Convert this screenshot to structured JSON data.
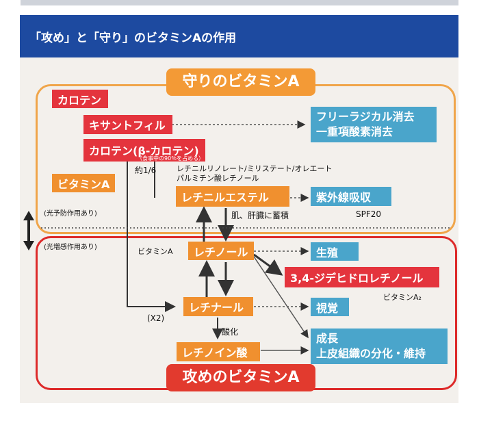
{
  "header": {
    "title": "「攻め」と「守り」のビタミンAの作用"
  },
  "zones": {
    "mamori_title": "守りのビタミンA",
    "seme_title": "攻めのビタミンA"
  },
  "boxes": {
    "carotene": "カロテン",
    "xanthophyll": "キサントフィル",
    "beta_carotene": "カロテン(β-カロテン)",
    "beta_carotene_note": "（食事中の90％を占める）",
    "vitamin_a": "ビタミンA",
    "retinyl_ester": "レチニルエステル",
    "retinol": "レチノール",
    "retinal": "レチナール",
    "retinoic_acid": "レチノイン酸",
    "free_radical": "フリーラジカル消去\n一重項酸素消去",
    "uv_absorb": "紫外線吸収",
    "reproduction": "生殖",
    "dehydro": "3,4-ジデヒドロレチノール",
    "vision": "視覚",
    "growth": "成長\n上皮組織の分化・維持"
  },
  "labels": {
    "ratio": "約1/6",
    "esters": "レチニルリノレート/ミリステート/オレエート\nパルミチン酸レチノール",
    "light_protect": "(光予防作用あり)",
    "light_enhance": "(光増感作用あり)",
    "storage": "肌、肝臓に蓄積",
    "spf": "SPF20",
    "vitamin_a_side": "ビタミンA",
    "x2": "(X2)",
    "oxidation": "酸化",
    "vitamin_a2": "ビタミンA₂"
  },
  "colors": {
    "header": "#1d4aa0",
    "red": "#e4343d",
    "orange": "#f0902f",
    "blue": "#4aa5cb"
  }
}
